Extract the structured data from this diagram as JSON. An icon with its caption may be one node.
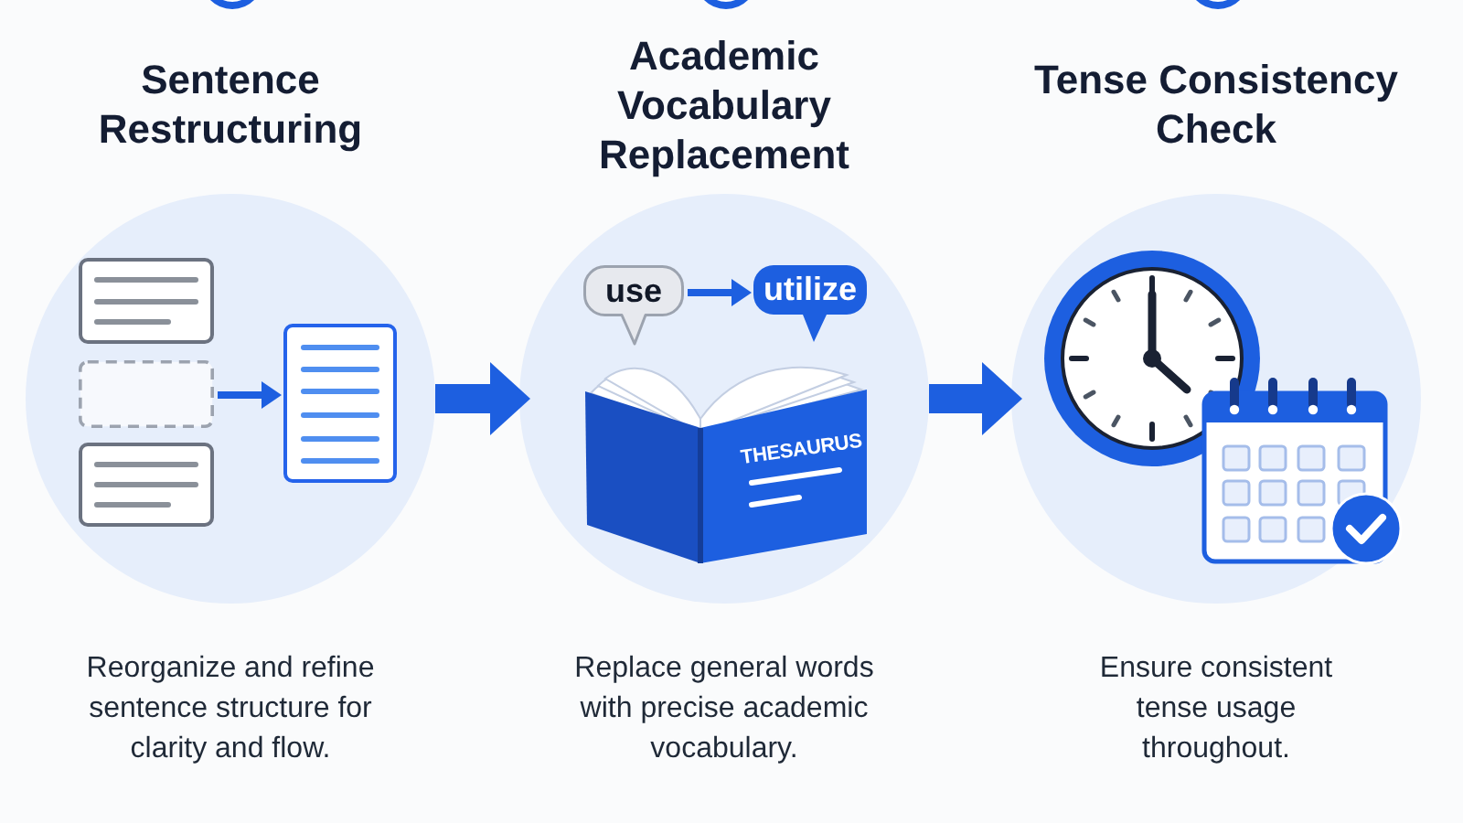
{
  "diagram": {
    "nodes": [
      {
        "text": [
          "Sentence Restructuring"
        ],
        "beside": [
          "Reorganize and refine sentence structure for clarity and flow."
        ]
      },
      {
        "text": [],
        "shape": "box",
        "in": 0
      },
      {
        "text": [],
        "shape": "box",
        "in": 0
      },
      {
        "text": [],
        "shape": "box",
        "in": 0
      },
      {
        "text": [],
        "shape": "box",
        "in": 0
      },
      {
        "text": [
          "Academic Vocabulary Replacement"
        ],
        "beside": [
          "Replace general words with precise academic vocabulary."
        ]
      },
      {
        "text": [
          "use"
        ],
        "in": 5
      },
      {
        "text": [
          "utilize"
        ],
        "in": 5
      },
      {
        "text": [
          "THESAURUS"
        ],
        "in": 5
      },
      {
        "text": [
          "Tense Consistency Check"
        ],
        "beside": [
          "Ensure consistent tense usage throughout."
        ]
      }
    ],
    "edges": [
      {
        "from": 0,
        "to": 5,
        "arrow": "to",
        "style": "thick"
      },
      {
        "from": 5,
        "to": 9,
        "arrow": "to",
        "style": "thick"
      },
      {
        "from": 2,
        "to": 4,
        "arrow": "to"
      },
      {
        "from": 6,
        "to": 7,
        "arrow": "to"
      }
    ]
  }
}
